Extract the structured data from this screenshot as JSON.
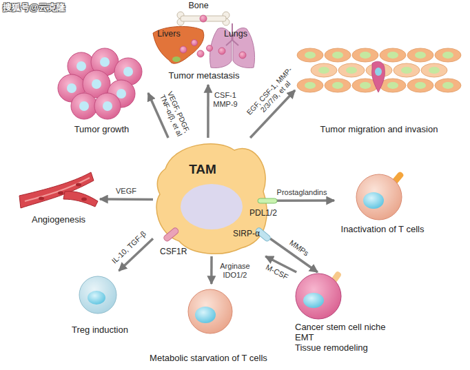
{
  "diagram": {
    "nodes": [
      {
        "text": [
          "Bone",
          "Livers",
          "Lungs",
          "Tumor metastasis"
        ]
      },
      {
        "text": [
          "Tumor growth"
        ]
      },
      {
        "text": [
          "Tumor migration and invasion"
        ]
      },
      {
        "text": [
          "TAM"
        ]
      },
      {
        "text": [
          "Angiogenesis"
        ]
      },
      {
        "text": [
          "Inactivation of T cells"
        ]
      },
      {
        "text": [
          "Cancer stem cell niche",
          "EMT",
          "Tissue remodeling"
        ]
      },
      {
        "text": [
          "Treg induction"
        ]
      },
      {
        "text": [
          "Metabolic starvation of T cells"
        ]
      }
    ],
    "edges": [
      {
        "from": 3,
        "to": 1,
        "label": "VEGF, PDGF, TNF-α/β, et al",
        "arrow": "to"
      },
      {
        "from": 3,
        "to": 0,
        "label": "CSF-1 MMP-9",
        "arrow": "to"
      },
      {
        "from": 3,
        "to": 2,
        "label": "EGF, CSF-1, MMP-2/3/7/9, et al",
        "arrow": "to"
      },
      {
        "from": 3,
        "to": 4,
        "label": "VEGF",
        "arrow": "to"
      },
      {
        "from": 3,
        "to": 5,
        "label": "Prostaglandins",
        "arrow": "to"
      },
      {
        "from": 3,
        "to": 6,
        "label": "MMPs",
        "arrow": "to"
      },
      {
        "from": 6,
        "to": 3,
        "label": "M-CSF",
        "arrow": "to"
      },
      {
        "from": 3,
        "to": 7,
        "label": "IL-10, TGF-β",
        "arrow": "to"
      },
      {
        "from": 3,
        "to": 8,
        "label": "Arginase IDO1/2",
        "arrow": "to"
      }
    ],
    "labels": [
      "搜狐号@云克隆",
      "PDL1/2",
      "SIRP-α",
      "CSF1R"
    ]
  }
}
